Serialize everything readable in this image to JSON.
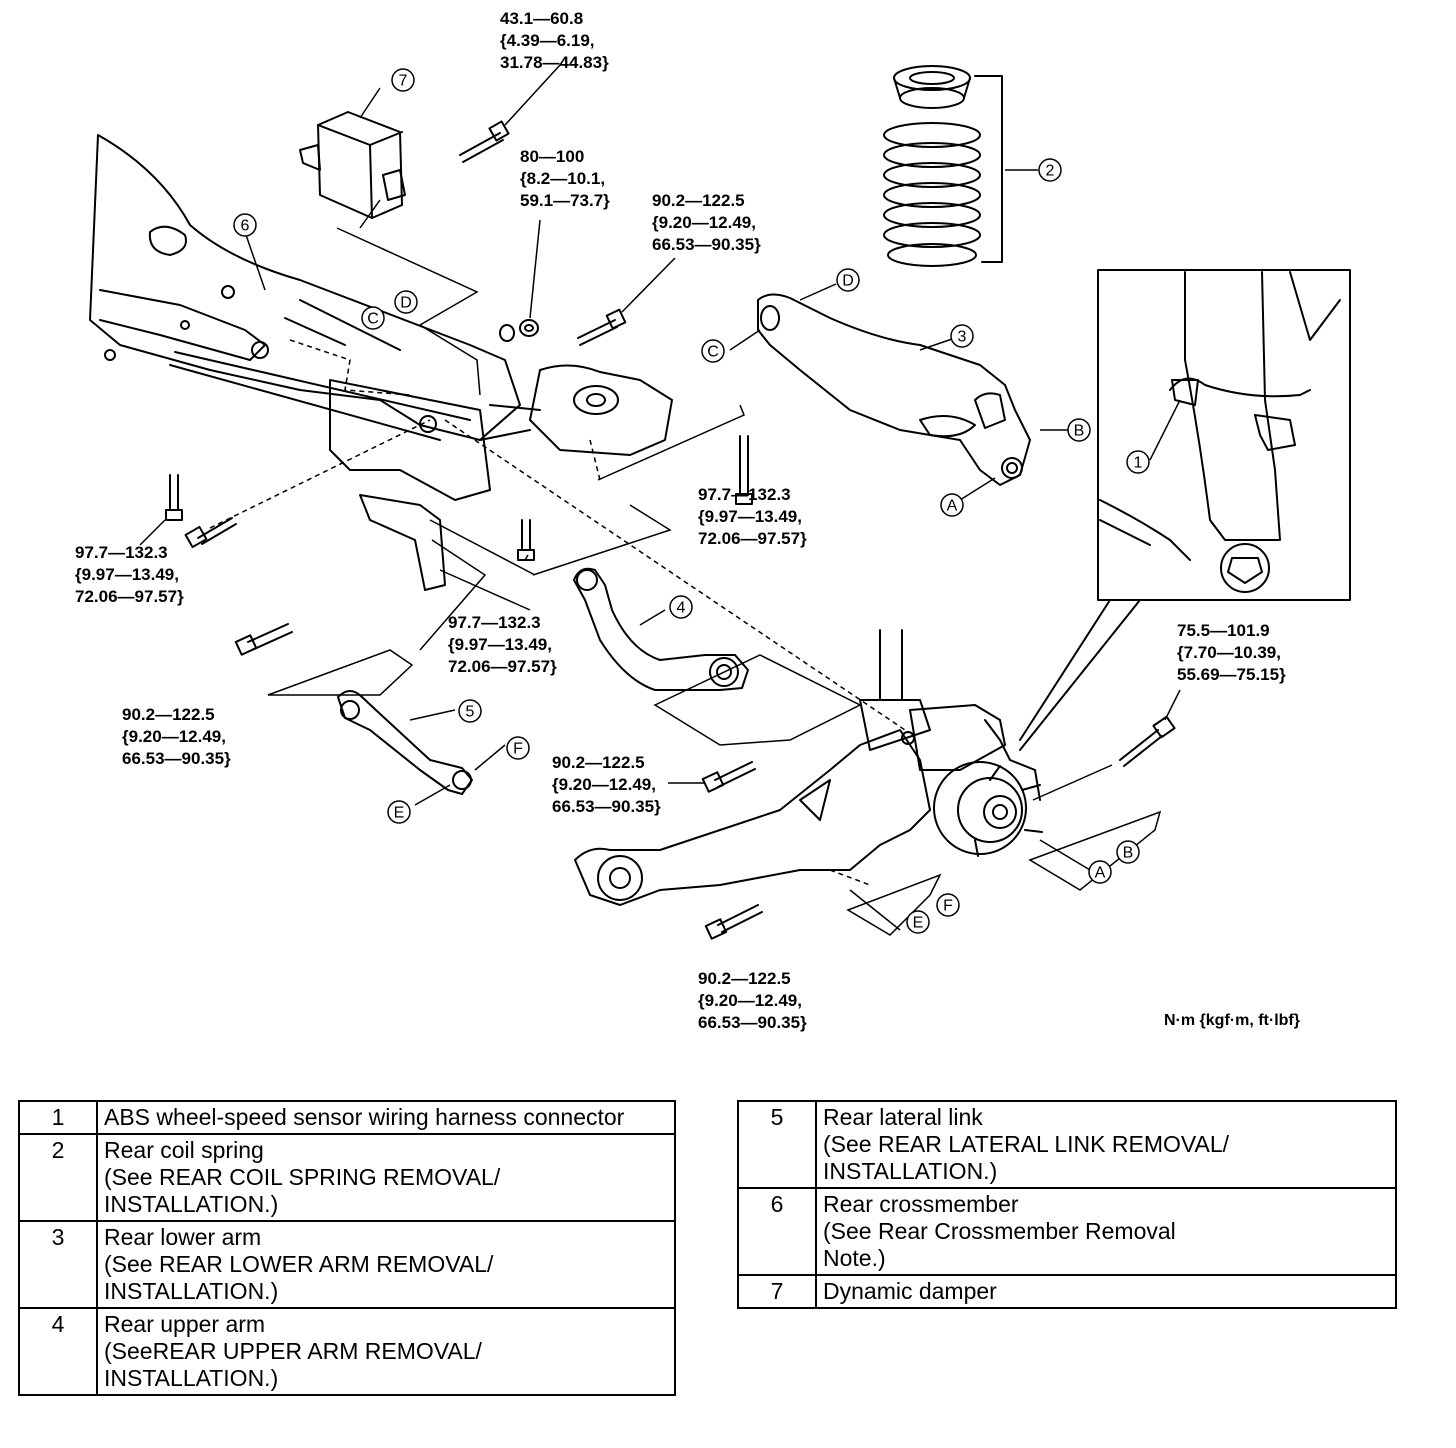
{
  "torque_specs": {
    "damper_bolt": "43.1—60.8\n{4.39—6.19,\n31.78—44.83}",
    "nut_80": "80—100\n{8.2—10.1,\n59.1—73.7}",
    "upper_bolt_90": "90.2—122.5\n{9.20—12.49,\n66.53—90.35}",
    "mid_bolt_97": "97.7—132.3\n{9.97—13.49,\n72.06—97.57}",
    "left_bolt_97": "97.7—132.3\n{9.97—13.49,\n72.06—97.57}",
    "center_bolt_97": "97.7—132.3\n{9.97—13.49,\n72.06—97.57}",
    "knuckle_bolt_75": "75.5—101.9\n{7.70—10.39,\n55.69—75.15}",
    "left_bolt_90": "90.2—122.5\n{9.20—12.49,\n66.53—90.35}",
    "center_bolt_90": "90.2—122.5\n{9.20—12.49,\n66.53—90.35}",
    "bottom_bolt_90": "90.2—122.5\n{9.20—12.49,\n66.53—90.35}"
  },
  "unit_label": "N·m {kgf·m, ft·lbf}",
  "callouts": {
    "n1": "1",
    "n2": "2",
    "n3": "3",
    "n4": "4",
    "n5": "5",
    "n6": "6",
    "n7": "7",
    "A": "A",
    "B": "B",
    "C": "C",
    "D": "D",
    "E": "E",
    "F": "F"
  },
  "legend_left": [
    {
      "num": "1",
      "desc": "ABS wheel-speed sensor wiring harness connector"
    },
    {
      "num": "2",
      "desc": "Rear coil spring\n (See REAR COIL SPRING REMOVAL/\nINSTALLATION.)"
    },
    {
      "num": "3",
      "desc": "Rear lower arm\n (See REAR LOWER ARM REMOVAL/\nINSTALLATION.)"
    },
    {
      "num": "4",
      "desc": "Rear upper arm\n (SeeREAR UPPER ARM REMOVAL/\nINSTALLATION.)"
    }
  ],
  "legend_right": [
    {
      "num": "5",
      "desc": "Rear lateral link\n (See REAR LATERAL LINK REMOVAL/\nINSTALLATION.)"
    },
    {
      "num": "6",
      "desc": "Rear crossmember\n (See Rear Crossmember Removal\nNote.)"
    },
    {
      "num": "7",
      "desc": "Dynamic damper"
    }
  ]
}
